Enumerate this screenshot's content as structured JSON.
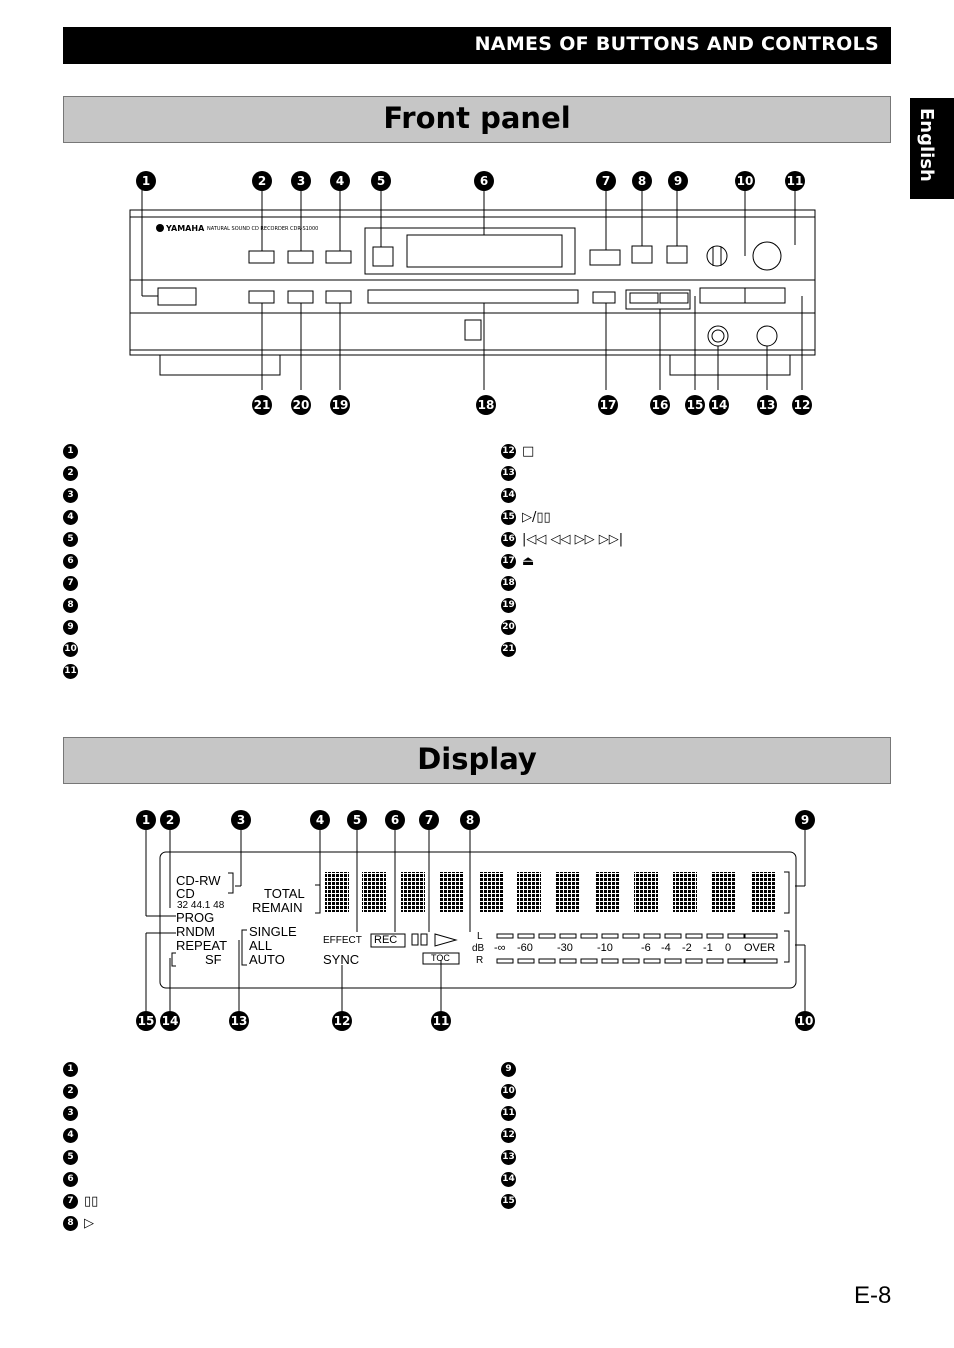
{
  "header": {
    "title": "NAMES OF BUTTONS AND CONTROLS"
  },
  "language_tab": "English",
  "front_panel": {
    "title": "Front panel",
    "device": {
      "brand": "YAMAHA",
      "model_text": "NATURAL SOUND CD RECORDER  CDR-S1000"
    },
    "callouts_top": [
      "1",
      "2",
      "3",
      "4",
      "5",
      "6",
      "7",
      "8",
      "9",
      "10",
      "11"
    ],
    "callouts_bottom": [
      "21",
      "20",
      "19",
      "18",
      "17",
      "16",
      "15",
      "14",
      "13",
      "12"
    ],
    "legend_left": [
      {
        "n": "1",
        "sym": ""
      },
      {
        "n": "2",
        "sym": ""
      },
      {
        "n": "3",
        "sym": ""
      },
      {
        "n": "4",
        "sym": ""
      },
      {
        "n": "5",
        "sym": ""
      },
      {
        "n": "6",
        "sym": ""
      },
      {
        "n": "7",
        "sym": ""
      },
      {
        "n": "8",
        "sym": ""
      },
      {
        "n": "9",
        "sym": ""
      },
      {
        "n": "10",
        "sym": ""
      },
      {
        "n": "11",
        "sym": ""
      }
    ],
    "legend_right": [
      {
        "n": "12",
        "sym": "□"
      },
      {
        "n": "13",
        "sym": ""
      },
      {
        "n": "14",
        "sym": ""
      },
      {
        "n": "15",
        "sym": "▷/▯▯"
      },
      {
        "n": "16",
        "sym": "|◁◁  ◁◁  ▷▷  ▷▷|"
      },
      {
        "n": "17",
        "sym": "⏏"
      },
      {
        "n": "18",
        "sym": ""
      },
      {
        "n": "19",
        "sym": ""
      },
      {
        "n": "20",
        "sym": ""
      },
      {
        "n": "21",
        "sym": ""
      }
    ]
  },
  "display": {
    "title": "Display",
    "callouts_top": [
      "1",
      "2",
      "3",
      "4",
      "5",
      "6",
      "7",
      "8",
      "9"
    ],
    "callouts_bottom": [
      "15",
      "14",
      "13",
      "12",
      "11",
      "10"
    ],
    "lcd": {
      "cd_rw": "CD-RW",
      "cd": "CD",
      "sf_rates": "32 44.1 48",
      "prog": "PROG",
      "rndm": "RNDM",
      "repeat": "REPEAT",
      "sf": "SF",
      "total": "TOTAL",
      "remain": "REMAIN",
      "single": "SINGLE",
      "all": "ALL",
      "auto": "AUTO",
      "effect": "EFFECT",
      "sync": "SYNC",
      "rec": "REC",
      "toc": "TOC",
      "meter_l": "L",
      "meter_db": "dB",
      "meter_r": "R",
      "meter_scale": [
        "-∞",
        "-60",
        "-30",
        "-10",
        "-6",
        "-4",
        "-2",
        "-1",
        "0",
        "OVER"
      ]
    },
    "legend_left": [
      {
        "n": "1",
        "sym": ""
      },
      {
        "n": "2",
        "sym": ""
      },
      {
        "n": "3",
        "sym": ""
      },
      {
        "n": "4",
        "sym": ""
      },
      {
        "n": "5",
        "sym": ""
      },
      {
        "n": "6",
        "sym": ""
      },
      {
        "n": "7",
        "sym": "▯▯"
      },
      {
        "n": "8",
        "sym": "▷"
      }
    ],
    "legend_right": [
      {
        "n": "9",
        "sym": ""
      },
      {
        "n": "10",
        "sym": ""
      },
      {
        "n": "11",
        "sym": ""
      },
      {
        "n": "12",
        "sym": ""
      },
      {
        "n": "13",
        "sym": ""
      },
      {
        "n": "14",
        "sym": ""
      },
      {
        "n": "15",
        "sym": ""
      }
    ]
  },
  "page_number": "E-8"
}
